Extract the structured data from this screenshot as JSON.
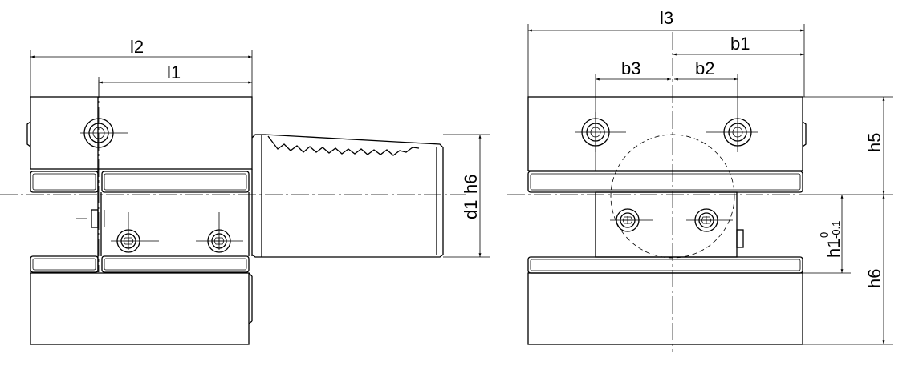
{
  "figure": {
    "labels": {
      "l2": "l2",
      "l1": "l1",
      "l3": "l3",
      "b1": "b1",
      "b2": "b2",
      "b3": "b3",
      "d1": "d1",
      "h6_shank": "h6",
      "h5": "h5",
      "h1": "h1",
      "h1_tol_upper": "0",
      "h1_tol_lower": "-0.1",
      "h6_right": "h6"
    }
  }
}
